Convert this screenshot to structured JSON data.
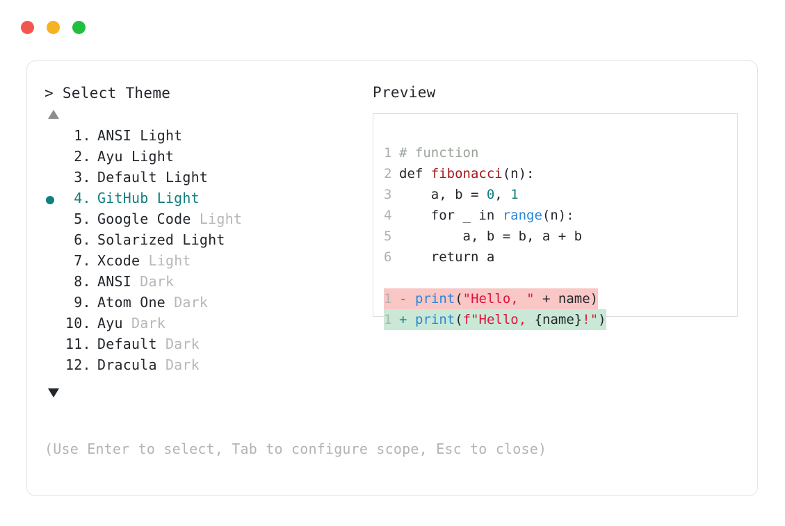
{
  "window": {
    "traffic_lights": [
      {
        "name": "close",
        "color": "#f4564f"
      },
      {
        "name": "minimize",
        "color": "#f5b323"
      },
      {
        "name": "maximize",
        "color": "#22be3d"
      }
    ]
  },
  "picker": {
    "prompt": "> Select Theme",
    "scroll_up_icon": "triangle-up",
    "scroll_down_icon": "triangle-down",
    "selected_index": 4,
    "items": [
      {
        "index": " 1.",
        "name": "ANSI",
        "variant": "Light",
        "variant_muted": false
      },
      {
        "index": " 2.",
        "name": "Ayu",
        "variant": "Light",
        "variant_muted": false
      },
      {
        "index": " 3.",
        "name": "Default",
        "variant": "Light",
        "variant_muted": false
      },
      {
        "index": " 4.",
        "name": "GitHub",
        "variant": "Light",
        "variant_muted": false
      },
      {
        "index": " 5.",
        "name": "Google Code",
        "variant": "Light",
        "variant_muted": true
      },
      {
        "index": " 6.",
        "name": "Solarized",
        "variant": "Light",
        "variant_muted": false
      },
      {
        "index": " 7.",
        "name": "Xcode",
        "variant": "Light",
        "variant_muted": true
      },
      {
        "index": " 8.",
        "name": "ANSI",
        "variant": "Dark",
        "variant_muted": true
      },
      {
        "index": " 9.",
        "name": "Atom One",
        "variant": "Dark",
        "variant_muted": true
      },
      {
        "index": "10.",
        "name": "Ayu",
        "variant": "Dark",
        "variant_muted": true
      },
      {
        "index": "11.",
        "name": "Default",
        "variant": "Dark",
        "variant_muted": true
      },
      {
        "index": "12.",
        "name": "Dracula",
        "variant": "Dark",
        "variant_muted": true
      }
    ],
    "hint": "(Use Enter to select, Tab to configure scope, Esc to close)"
  },
  "preview": {
    "label": "Preview",
    "code_lines": [
      {
        "no": "1",
        "tokens": [
          {
            "t": "# function",
            "c": "tok-comment"
          }
        ]
      },
      {
        "no": "2",
        "tokens": [
          {
            "t": "def ",
            "c": "tok-def"
          },
          {
            "t": "fibonacci",
            "c": "tok-fn"
          },
          {
            "t": "(n):",
            "c": "tok-plain"
          }
        ]
      },
      {
        "no": "3",
        "tokens": [
          {
            "t": "    a, b = ",
            "c": "tok-plain"
          },
          {
            "t": "0",
            "c": "tok-num"
          },
          {
            "t": ", ",
            "c": "tok-plain"
          },
          {
            "t": "1",
            "c": "tok-num"
          }
        ]
      },
      {
        "no": "4",
        "tokens": [
          {
            "t": "    for _ in ",
            "c": "tok-plain"
          },
          {
            "t": "range",
            "c": "tok-builtin"
          },
          {
            "t": "(n):",
            "c": "tok-plain"
          }
        ]
      },
      {
        "no": "5",
        "tokens": [
          {
            "t": "        a, b = b, a + b",
            "c": "tok-plain"
          }
        ]
      },
      {
        "no": "6",
        "tokens": [
          {
            "t": "    return a",
            "c": "tok-plain"
          }
        ]
      }
    ],
    "diff_lines": [
      {
        "no": "1",
        "sign": "-",
        "kind": "del",
        "tokens": [
          {
            "t": "print",
            "c": "tok-builtin"
          },
          {
            "t": "(",
            "c": "tok-plain"
          },
          {
            "t": "\"Hello, \"",
            "c": "tok-str"
          },
          {
            "t": " + name)",
            "c": "tok-plain"
          }
        ]
      },
      {
        "no": "1",
        "sign": "+",
        "kind": "add",
        "tokens": [
          {
            "t": "print",
            "c": "tok-builtin"
          },
          {
            "t": "(",
            "c": "tok-plain"
          },
          {
            "t": "f\"Hello, ",
            "c": "tok-str"
          },
          {
            "t": "{name}",
            "c": "tok-strvar"
          },
          {
            "t": "!\"",
            "c": "tok-str"
          },
          {
            "t": ")",
            "c": "tok-plain"
          }
        ]
      }
    ]
  }
}
